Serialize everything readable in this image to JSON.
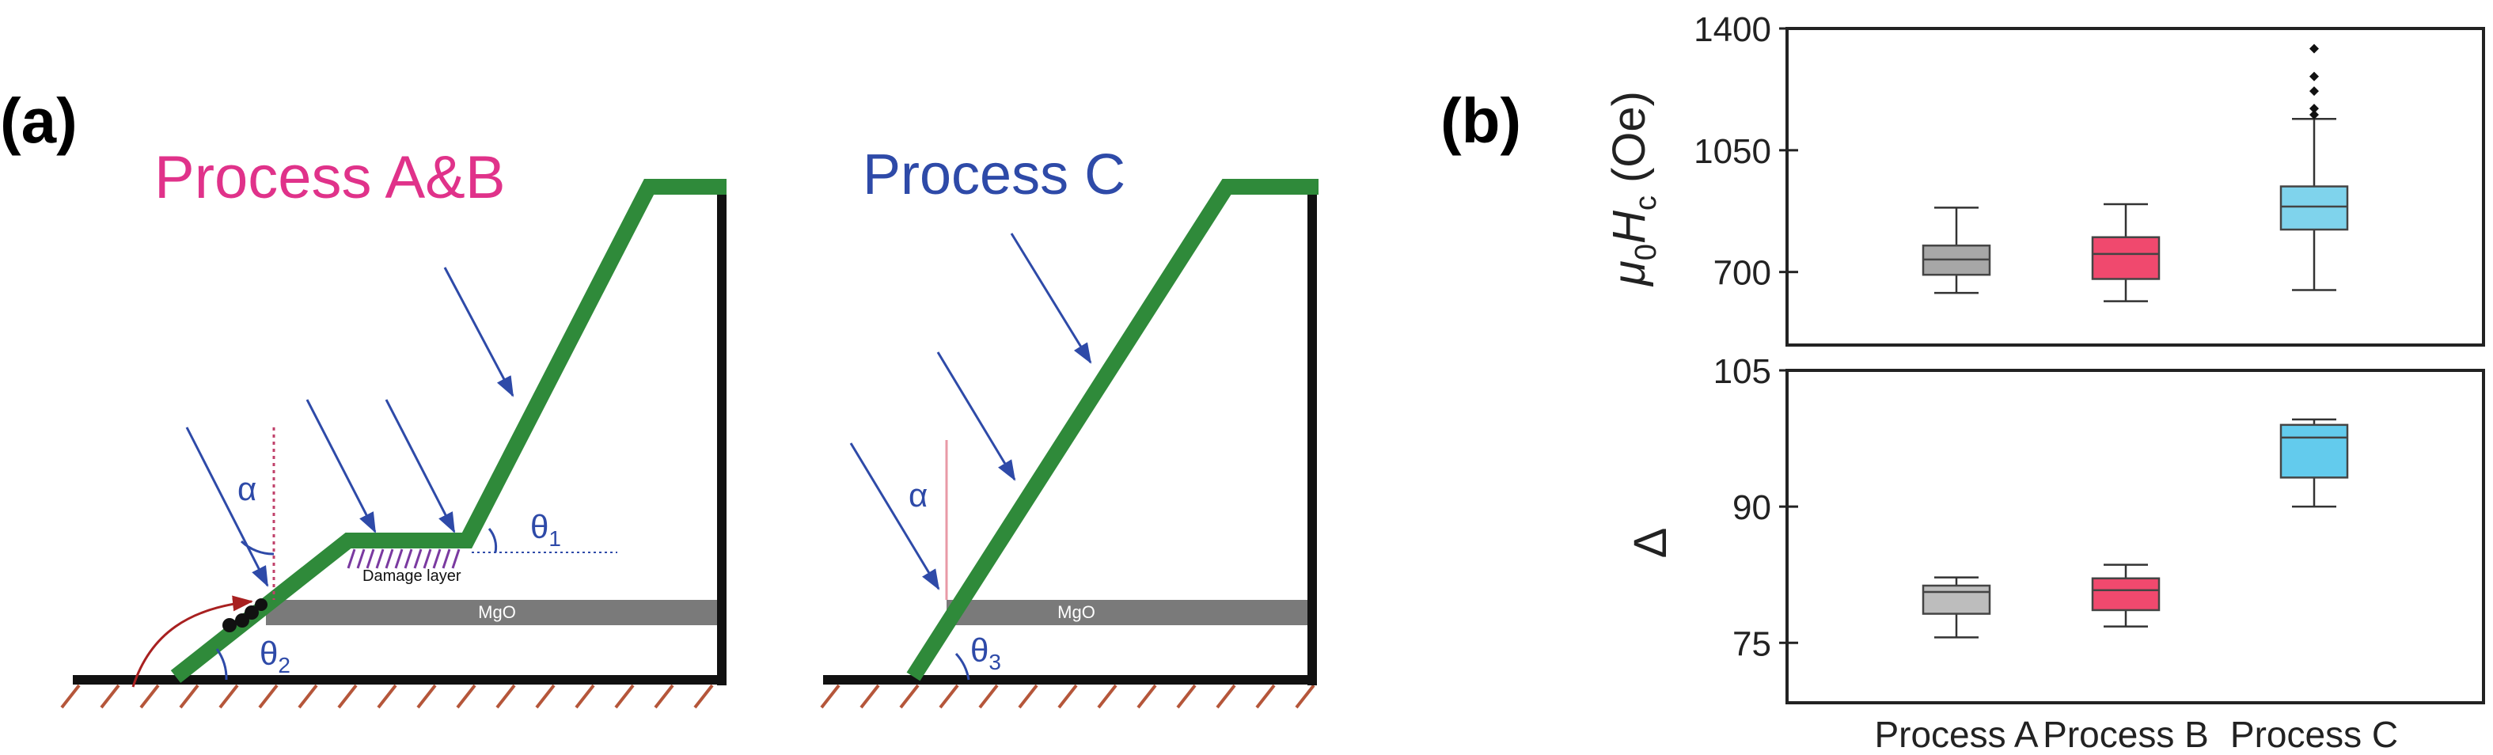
{
  "panel_a": {
    "label": "(a)",
    "left": {
      "title": "Process A&B",
      "title_color": "#e0328a",
      "alpha": "α",
      "theta1": "θ",
      "theta1_sub": "1",
      "theta2": "θ",
      "theta2_sub": "2",
      "damage": "Damage layer",
      "mgo": "MgO"
    },
    "right": {
      "title": "Process C",
      "title_color": "#2e4aa8",
      "alpha": "α",
      "theta3": "θ",
      "theta3_sub": "3",
      "mgo": "MgO"
    }
  },
  "panel_b": {
    "label": "(b)"
  },
  "chart_data": [
    {
      "type": "box",
      "ylabel": "μ0Hc (Oe)",
      "yticks": [
        700,
        1050,
        1400
      ],
      "ylim": [
        490,
        1400
      ],
      "categories": [
        "Process A",
        "Process B",
        "Process C"
      ],
      "boxes": [
        {
          "name": "Process A",
          "color": "#a7a7a7",
          "whisker_low": 640,
          "q1": 692,
          "median": 736,
          "q3": 776,
          "whisker_high": 885,
          "outliers": []
        },
        {
          "name": "Process B",
          "color": "#f0496e",
          "whisker_low": 616,
          "q1": 680,
          "median": 752,
          "q3": 800,
          "whisker_high": 895,
          "outliers": []
        },
        {
          "name": "Process C",
          "color": "#7fd3ec",
          "whisker_low": 648,
          "q1": 822,
          "median": 888,
          "q3": 946,
          "whisker_high": 1140,
          "outliers": [
            1152,
            1170,
            1220,
            1262,
            1342
          ]
        }
      ]
    },
    {
      "type": "box",
      "ylabel": "Δ",
      "yticks": [
        75,
        90,
        105
      ],
      "ylim": [
        68.4,
        105
      ],
      "categories": [
        "Process A",
        "Process B",
        "Process C"
      ],
      "boxes": [
        {
          "name": "Process A",
          "color": "#bdbdbd",
          "whisker_low": 75.6,
          "q1": 78.2,
          "median": 80.6,
          "q3": 81.3,
          "whisker_high": 82.2,
          "outliers": []
        },
        {
          "name": "Process B",
          "color": "#f0496e",
          "whisker_low": 76.8,
          "q1": 78.6,
          "median": 80.8,
          "q3": 82.1,
          "whisker_high": 83.6,
          "outliers": []
        },
        {
          "name": "Process C",
          "color": "#63cbed",
          "whisker_low": 90.0,
          "q1": 93.2,
          "median": 97.6,
          "q3": 99.0,
          "whisker_high": 99.6,
          "outliers": []
        }
      ]
    }
  ]
}
